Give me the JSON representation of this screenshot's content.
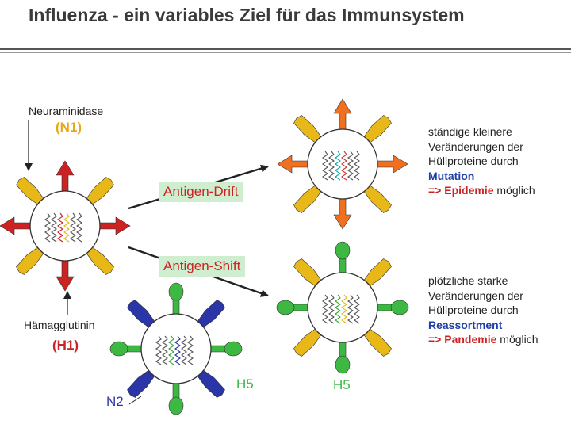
{
  "title": "Influenza - ein variables Ziel für das Immunsystem",
  "colors": {
    "neuraminidase_n1": "#e8b818",
    "hemagglutinin_h1": "#cc2222",
    "drift_spike": "#f07020",
    "hemagglutinin_h5": "#3cb843",
    "neuraminidase_n2": "#2a35a8",
    "antigen_box_bg": "#cfeecf"
  },
  "labels": {
    "neuraminidase": "Neuraminidase",
    "n1": "(N1)",
    "hamagglutinin": "Hämagglutinin",
    "h1": "(H1)",
    "n2": "N2",
    "h5_left": "H5",
    "h5_bottom": "H5"
  },
  "processes": {
    "drift": "Antigen-Drift",
    "shift": "Antigen-Shift"
  },
  "drift_text": {
    "line1": "ständige kleinere",
    "line2": "Veränderungen der",
    "line3": "Hüllproteine durch",
    "line4": "Mutation",
    "line5_prefix": "=> ",
    "line5_key": "Epidemie",
    "line5_suffix": " möglich"
  },
  "shift_text": {
    "line1": "plötzliche starke",
    "line2": "Veränderungen der",
    "line3": "Hüllproteine durch",
    "line4": "Reassortment",
    "line5_prefix": "=> ",
    "line5_key": "Pandemie",
    "line5_suffix": " möglich"
  }
}
